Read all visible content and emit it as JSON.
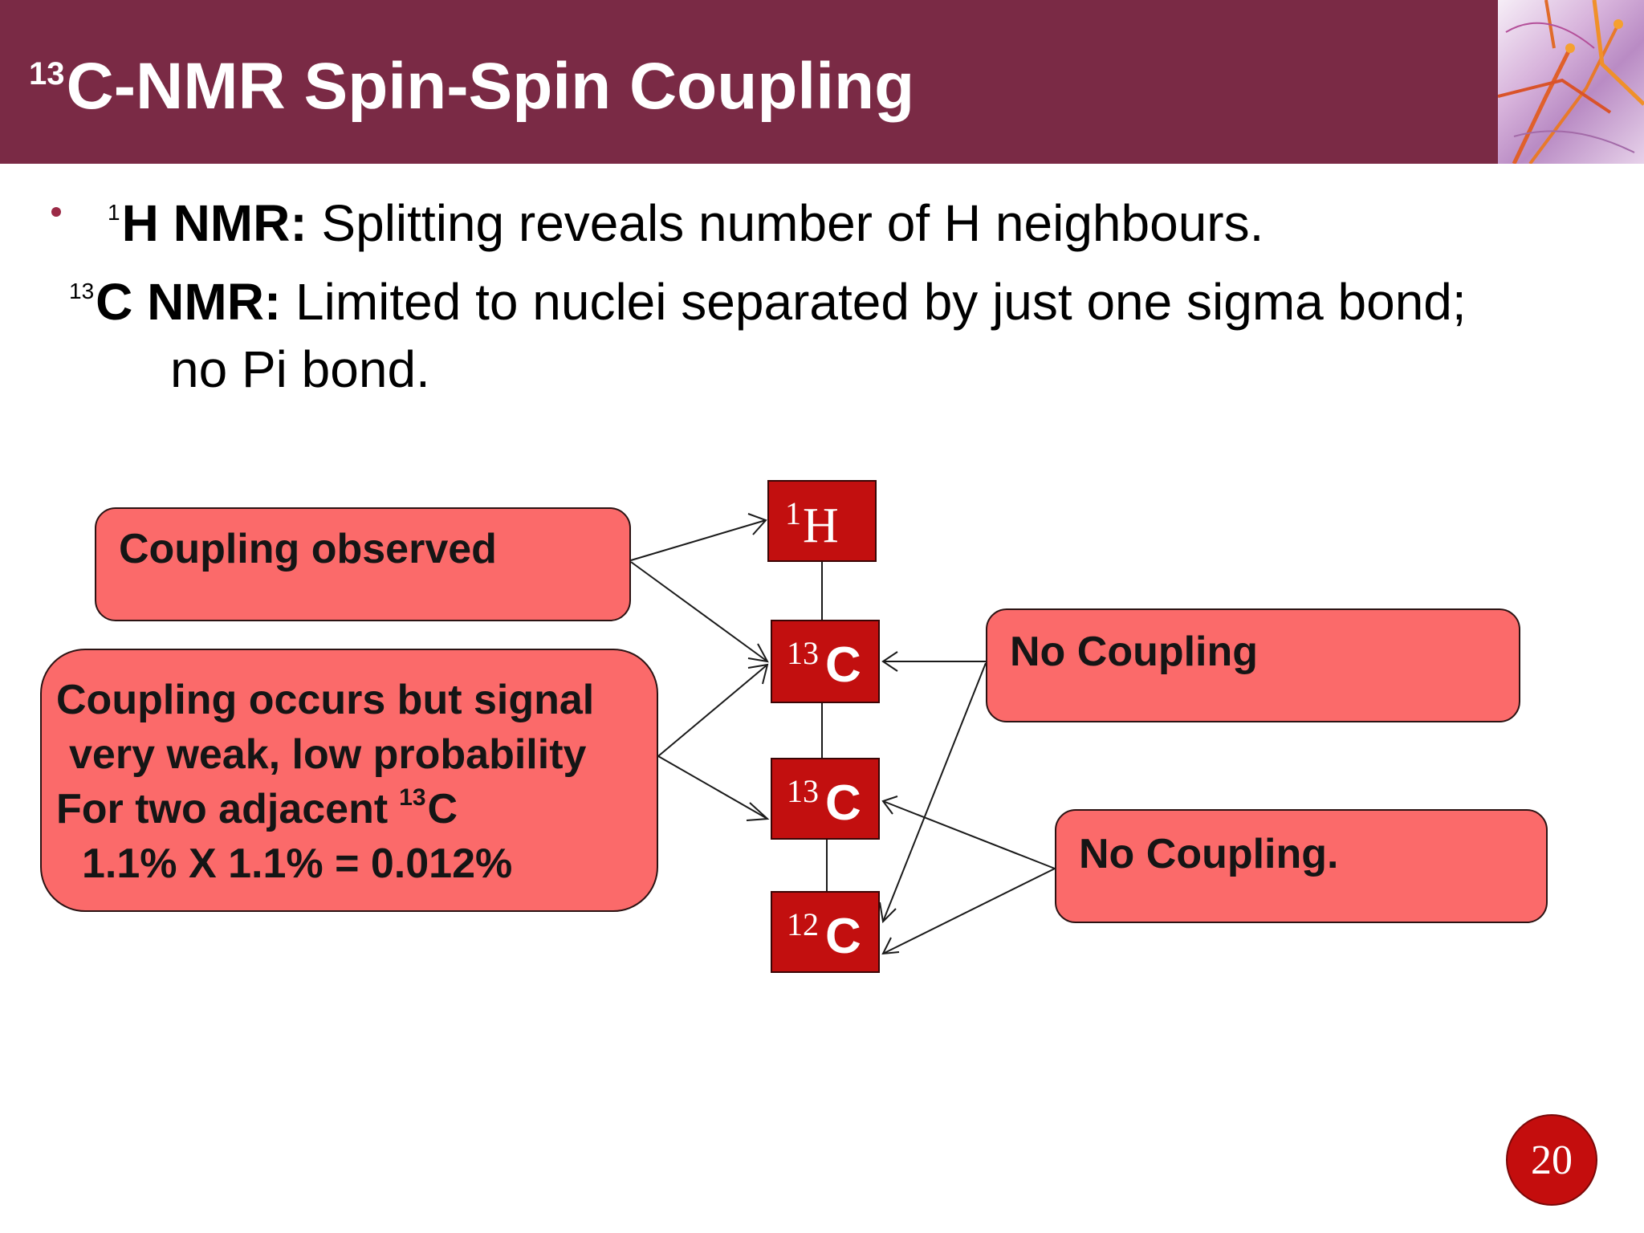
{
  "title": {
    "sup": "13",
    "text": "C-NMR Spin-Spin Coupling"
  },
  "bullets": [
    {
      "sup": "1",
      "bold": "H NMR:",
      "text": " Splitting reveals number of H neighbours."
    },
    {
      "sup": "13",
      "bold": "C NMR:",
      "text": " Limited to nuclei separated by just one sigma bond;",
      "continuation": "no Pi bond."
    }
  ],
  "boxes": {
    "coupling_observed": "Coupling observed",
    "weak": {
      "line1": "Coupling occurs but signal",
      "line2": "very weak, low probability",
      "line3_pre": "For two adjacent",
      "line3_sup": "13",
      "line3_post": "C",
      "line4": "1.1% X 1.1% = 0.012%"
    },
    "no_coupling_1": "No Coupling",
    "no_coupling_2": "No Coupling."
  },
  "nuclei": [
    {
      "iso": "1",
      "el": "H"
    },
    {
      "iso": "13",
      "el": "C"
    },
    {
      "iso": "13",
      "el": "C"
    },
    {
      "iso": "12",
      "el": "C"
    }
  ],
  "page_number": "20",
  "colors": {
    "header": "#7a2a45",
    "box_fill": "#fb6a6a",
    "nucleus_fill": "#c20f0f",
    "bullet": "#9b2a46"
  }
}
